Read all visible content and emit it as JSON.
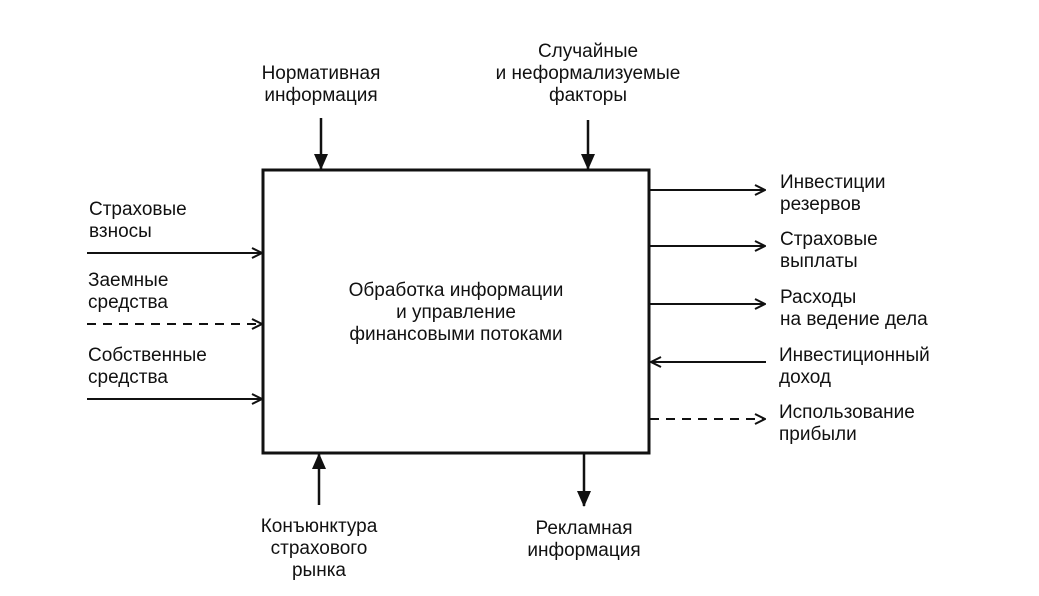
{
  "process": {
    "lines": [
      "Обработка информации",
      "и управление",
      "финансовыми потоками"
    ]
  },
  "controls": [
    {
      "lines": [
        "Нормативная",
        "информация"
      ],
      "direction": "in",
      "style": "solid"
    },
    {
      "lines": [
        "Случайные",
        "и неформализуемые",
        "факторы"
      ],
      "direction": "in",
      "style": "solid"
    }
  ],
  "mechanisms": [
    {
      "lines": [
        "Конъюнктура",
        "страхового",
        "рынка"
      ],
      "direction": "in",
      "style": "solid"
    },
    {
      "lines": [
        "Рекламная",
        "информация"
      ],
      "direction": "out",
      "style": "solid"
    }
  ],
  "inputs": [
    {
      "lines": [
        "Страховые",
        "взносы"
      ],
      "direction": "in",
      "style": "solid"
    },
    {
      "lines": [
        "Заемные",
        "средства"
      ],
      "direction": "in",
      "style": "dashed"
    },
    {
      "lines": [
        "Собственные",
        "средства"
      ],
      "direction": "in",
      "style": "solid"
    }
  ],
  "outputs": [
    {
      "lines": [
        "Инвестиции",
        "резервов"
      ],
      "direction": "out",
      "style": "solid"
    },
    {
      "lines": [
        "Страховые",
        "выплаты"
      ],
      "direction": "out",
      "style": "solid"
    },
    {
      "lines": [
        "Расходы",
        "на ведение дела"
      ],
      "direction": "out",
      "style": "solid"
    },
    {
      "lines": [
        "Инвестиционный",
        "доход"
      ],
      "direction": "in",
      "style": "solid"
    },
    {
      "lines": [
        "Использование",
        "прибыли"
      ],
      "direction": "out",
      "style": "dashed"
    }
  ],
  "colors": {
    "ink": "#111111",
    "background": "#ffffff"
  }
}
